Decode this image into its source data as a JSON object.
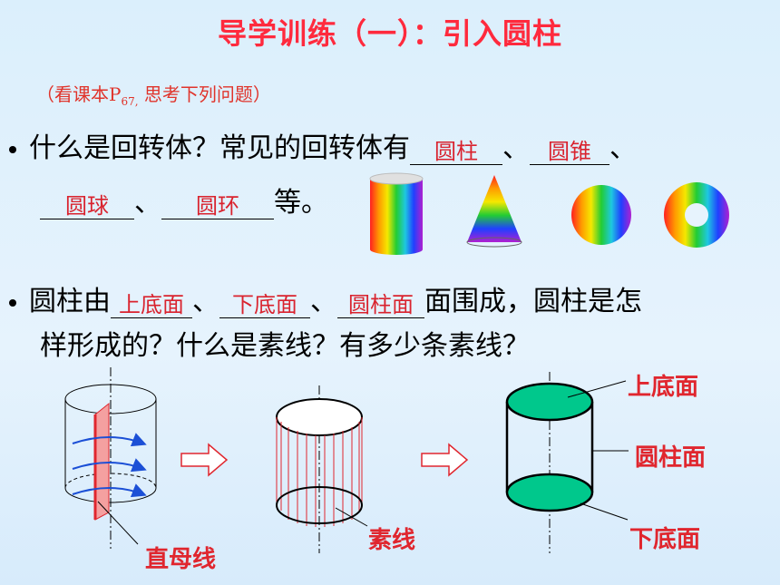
{
  "title": "导学训练（一）：引入圆柱",
  "hint": {
    "prefix": "（看课本P",
    "sub": "67,",
    "suffix": " 思考下列问题）"
  },
  "q1": {
    "text_a": "什么是回转体？常见的回转体有",
    "sep1": "、",
    "sep2": "、",
    "sep3": "、",
    "text_end": "等。",
    "answers": [
      "圆柱",
      "圆锥",
      "圆球",
      "圆环"
    ]
  },
  "q2": {
    "text_a": "圆柱由",
    "sep1": "、",
    "sep2": "、",
    "text_b": "面围成，圆柱是怎",
    "line2": "样形成的？什么是素线？有多少条素线？",
    "answers": [
      "上底面",
      "下底面",
      "圆柱面"
    ]
  },
  "labels": {
    "generatrix": "直母线",
    "element_line": "素线",
    "top_face": "上底面",
    "cyl_face": "圆柱面",
    "bottom_face": "下底面"
  },
  "colors": {
    "title": "#ff2a3d",
    "answer": "#d9232e",
    "face": "#00c88c"
  }
}
